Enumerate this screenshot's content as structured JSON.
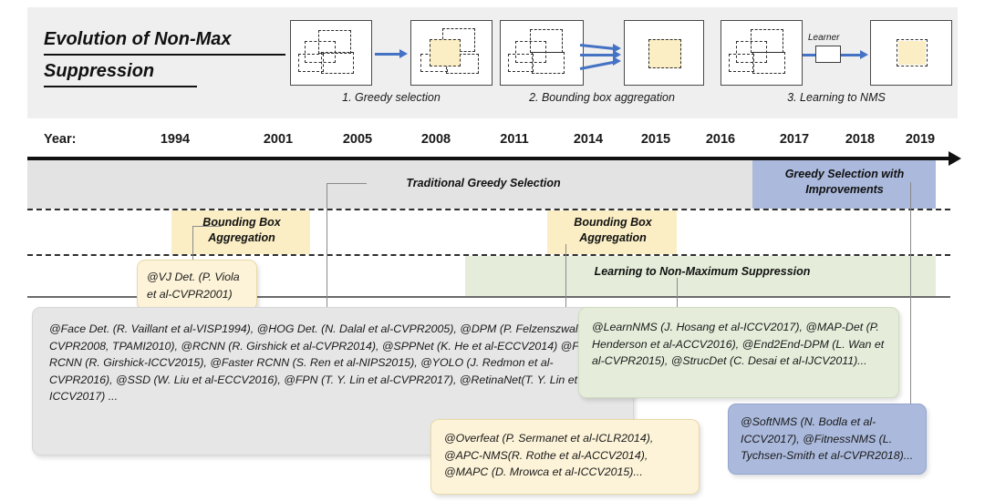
{
  "title": {
    "line1": "Evolution of Non-Max",
    "line2": "Suppression"
  },
  "diagrams": [
    {
      "caption": "1. Greedy selection",
      "kind": "greedy-selection"
    },
    {
      "caption": "2. Bounding box aggregation",
      "kind": "bounding-box-aggregation"
    },
    {
      "caption": "3. Learning to NMS",
      "kind": "learning-to-nms",
      "node_label": "Learner"
    }
  ],
  "timeline": {
    "axis_label": "Year:",
    "years": [
      "1994",
      "2001",
      "2005",
      "2008",
      "2011",
      "2014",
      "2015",
      "2016",
      "2017",
      "2018",
      "2019"
    ]
  },
  "bands": {
    "traditional_greedy": "Traditional Greedy Selection",
    "greedy_with_improvements": "Greedy Selection with Improvements",
    "bounding_box_aggregation_1": "Bounding Box Aggregation",
    "bounding_box_aggregation_2": "Bounding Box Aggregation",
    "learning_to_nms": "Learning to Non-Maximum Suppression"
  },
  "callouts": {
    "vj": "@VJ Det. (P. Viola et al-CVPR2001)",
    "traditional": "@Face Det. (R. Vaillant et al-VISP1994), @HOG Det. (N. Dalal et al-CVPR2005), @DPM (P. Felzenszwalb et al-CVPR2008, TPAMI2010), @RCNN (R. Girshick et al-CVPR2014), @SPPNet (K. He et al-ECCV2014) @Fast RCNN (R. Girshick-ICCV2015), @Faster RCNN (S. Ren et al-NIPS2015), @YOLO (J. Redmon et al-CVPR2016), @SSD (W. Liu et al-ECCV2016), @FPN (T. Y. Lin et al-CVPR2017), @RetinaNet(T. Y. Lin et al-ICCV2017) ...",
    "learning": "@LearnNMS (J. Hosang et al-ICCV2017), @MAP-Det (P. Henderson et al-ACCV2016), @End2End-DPM (L. Wan et al-CVPR2015), @StrucDet (C. Desai et al-IJCV2011)...",
    "aggregation": "@Overfeat (P. Sermanet et al-ICLR2014), @APC-NMS(R. Rothe et al-ACCV2014), @MAPC (D. Mrowca et al-ICCV2015)...",
    "improvements": "@SoftNMS (N. Bodla et al-ICCV2017), @FitnessNMS (L. Tychsen-Smith et al-CVPR2018)..."
  },
  "colors": {
    "header_bg": "#efefef",
    "band_gray": "#e3e3e3",
    "band_blue": "#aab9dc",
    "band_green": "#e5edda",
    "highlight_yellow": "#fbeec4",
    "arrow_blue": "#4472c4",
    "axis": "#111111"
  }
}
